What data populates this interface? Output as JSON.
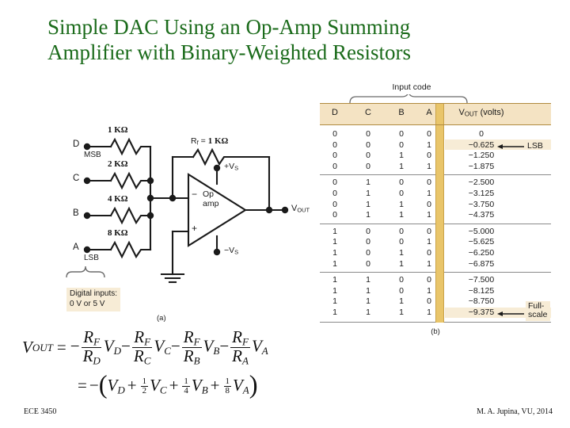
{
  "title": {
    "line1": "Simple DAC Using an Op-Amp Summing",
    "line2": "Amplifier with Binary-Weighted Resistors",
    "color": "#1b6b1b"
  },
  "circuit": {
    "figure_label": "(a)",
    "inputs": [
      {
        "name": "D",
        "note": "MSB",
        "resistor": "1 KΩ"
      },
      {
        "name": "C",
        "note": "",
        "resistor": "2 KΩ"
      },
      {
        "name": "B",
        "note": "",
        "resistor": "4 KΩ"
      },
      {
        "name": "A",
        "note": "LSB",
        "resistor": "8 KΩ"
      }
    ],
    "feedback_label": "R",
    "feedback_sub": "f",
    "feedback_eq": "=",
    "feedback_value": "1 KΩ",
    "opamp_line1": "Op",
    "opamp_line2": "amp",
    "minus": "−",
    "plus": "+",
    "supply_pos": "+V",
    "supply_neg": "−V",
    "supply_sub": "S",
    "output_label": "V",
    "output_sub": "OUT",
    "digital_inputs_line1": "Digital inputs:",
    "digital_inputs_line2": "0 V or 5 V"
  },
  "equations": {
    "lhs": "V",
    "lhs_sub": "OUT",
    "eq": "=",
    "terms": [
      {
        "sign": "−",
        "num": "R",
        "num_sub": "F",
        "den": "R",
        "den_sub": "D",
        "v": "V",
        "v_sub": "D"
      },
      {
        "sign": "−",
        "num": "R",
        "num_sub": "F",
        "den": "R",
        "den_sub": "C",
        "v": "V",
        "v_sub": "C"
      },
      {
        "sign": "−",
        "num": "R",
        "num_sub": "F",
        "den": "R",
        "den_sub": "B",
        "v": "V",
        "v_sub": "B"
      },
      {
        "sign": "−",
        "num": "R",
        "num_sub": "F",
        "den": "R",
        "den_sub": "A",
        "v": "V",
        "v_sub": "A"
      }
    ],
    "line2": {
      "eq": "=",
      "neg": "−",
      "open": "(",
      "close": ")",
      "terms": [
        {
          "sign": "",
          "coef_num": "",
          "coef_den": "",
          "v": "V",
          "v_sub": "D"
        },
        {
          "sign": "+",
          "coef_num": "1",
          "coef_den": "2",
          "v": "V",
          "v_sub": "C"
        },
        {
          "sign": "+",
          "coef_num": "1",
          "coef_den": "4",
          "v": "V",
          "v_sub": "B"
        },
        {
          "sign": "+",
          "coef_num": "1",
          "coef_den": "8",
          "v": "V",
          "v_sub": "A"
        }
      ]
    }
  },
  "table": {
    "figure_label": "(b)",
    "input_code_label": "Input code",
    "headers": [
      "D",
      "C",
      "B",
      "A"
    ],
    "vout_header": "V",
    "vout_header_sub": "OUT",
    "vout_header_units": "(volts)",
    "groups": [
      {
        "rows": [
          {
            "code": [
              "0",
              "0",
              "0",
              "0"
            ],
            "vout": "0"
          },
          {
            "code": [
              "0",
              "0",
              "0",
              "1"
            ],
            "vout": "−0.625",
            "highlight": true,
            "callout": "LSB"
          },
          {
            "code": [
              "0",
              "0",
              "1",
              "0"
            ],
            "vout": "−1.250"
          },
          {
            "code": [
              "0",
              "0",
              "1",
              "1"
            ],
            "vout": "−1.875"
          }
        ]
      },
      {
        "rows": [
          {
            "code": [
              "0",
              "1",
              "0",
              "0"
            ],
            "vout": "−2.500"
          },
          {
            "code": [
              "0",
              "1",
              "0",
              "1"
            ],
            "vout": "−3.125"
          },
          {
            "code": [
              "0",
              "1",
              "1",
              "0"
            ],
            "vout": "−3.750"
          },
          {
            "code": [
              "0",
              "1",
              "1",
              "1"
            ],
            "vout": "−4.375"
          }
        ]
      },
      {
        "rows": [
          {
            "code": [
              "1",
              "0",
              "0",
              "0"
            ],
            "vout": "−5.000"
          },
          {
            "code": [
              "1",
              "0",
              "0",
              "1"
            ],
            "vout": "−5.625"
          },
          {
            "code": [
              "1",
              "0",
              "1",
              "0"
            ],
            "vout": "−6.250"
          },
          {
            "code": [
              "1",
              "0",
              "1",
              "1"
            ],
            "vout": "−6.875"
          }
        ]
      },
      {
        "rows": [
          {
            "code": [
              "1",
              "1",
              "0",
              "0"
            ],
            "vout": "−7.500"
          },
          {
            "code": [
              "1",
              "1",
              "0",
              "1"
            ],
            "vout": "−8.125"
          },
          {
            "code": [
              "1",
              "1",
              "1",
              "0"
            ],
            "vout": "−8.750"
          },
          {
            "code": [
              "1",
              "1",
              "1",
              "1"
            ],
            "vout": "−9.375",
            "highlight": true,
            "callout_box": [
              "Full-",
              "scale"
            ]
          }
        ]
      }
    ],
    "colors": {
      "header_bg": "#f4e3c3",
      "gold_bar": "#e9c56a",
      "highlight": "#f7ecd6",
      "rule": "#8a8a8a"
    }
  },
  "footer": {
    "left": "ECE 3450",
    "right": "M. A. Jupina, VU, 2014"
  }
}
